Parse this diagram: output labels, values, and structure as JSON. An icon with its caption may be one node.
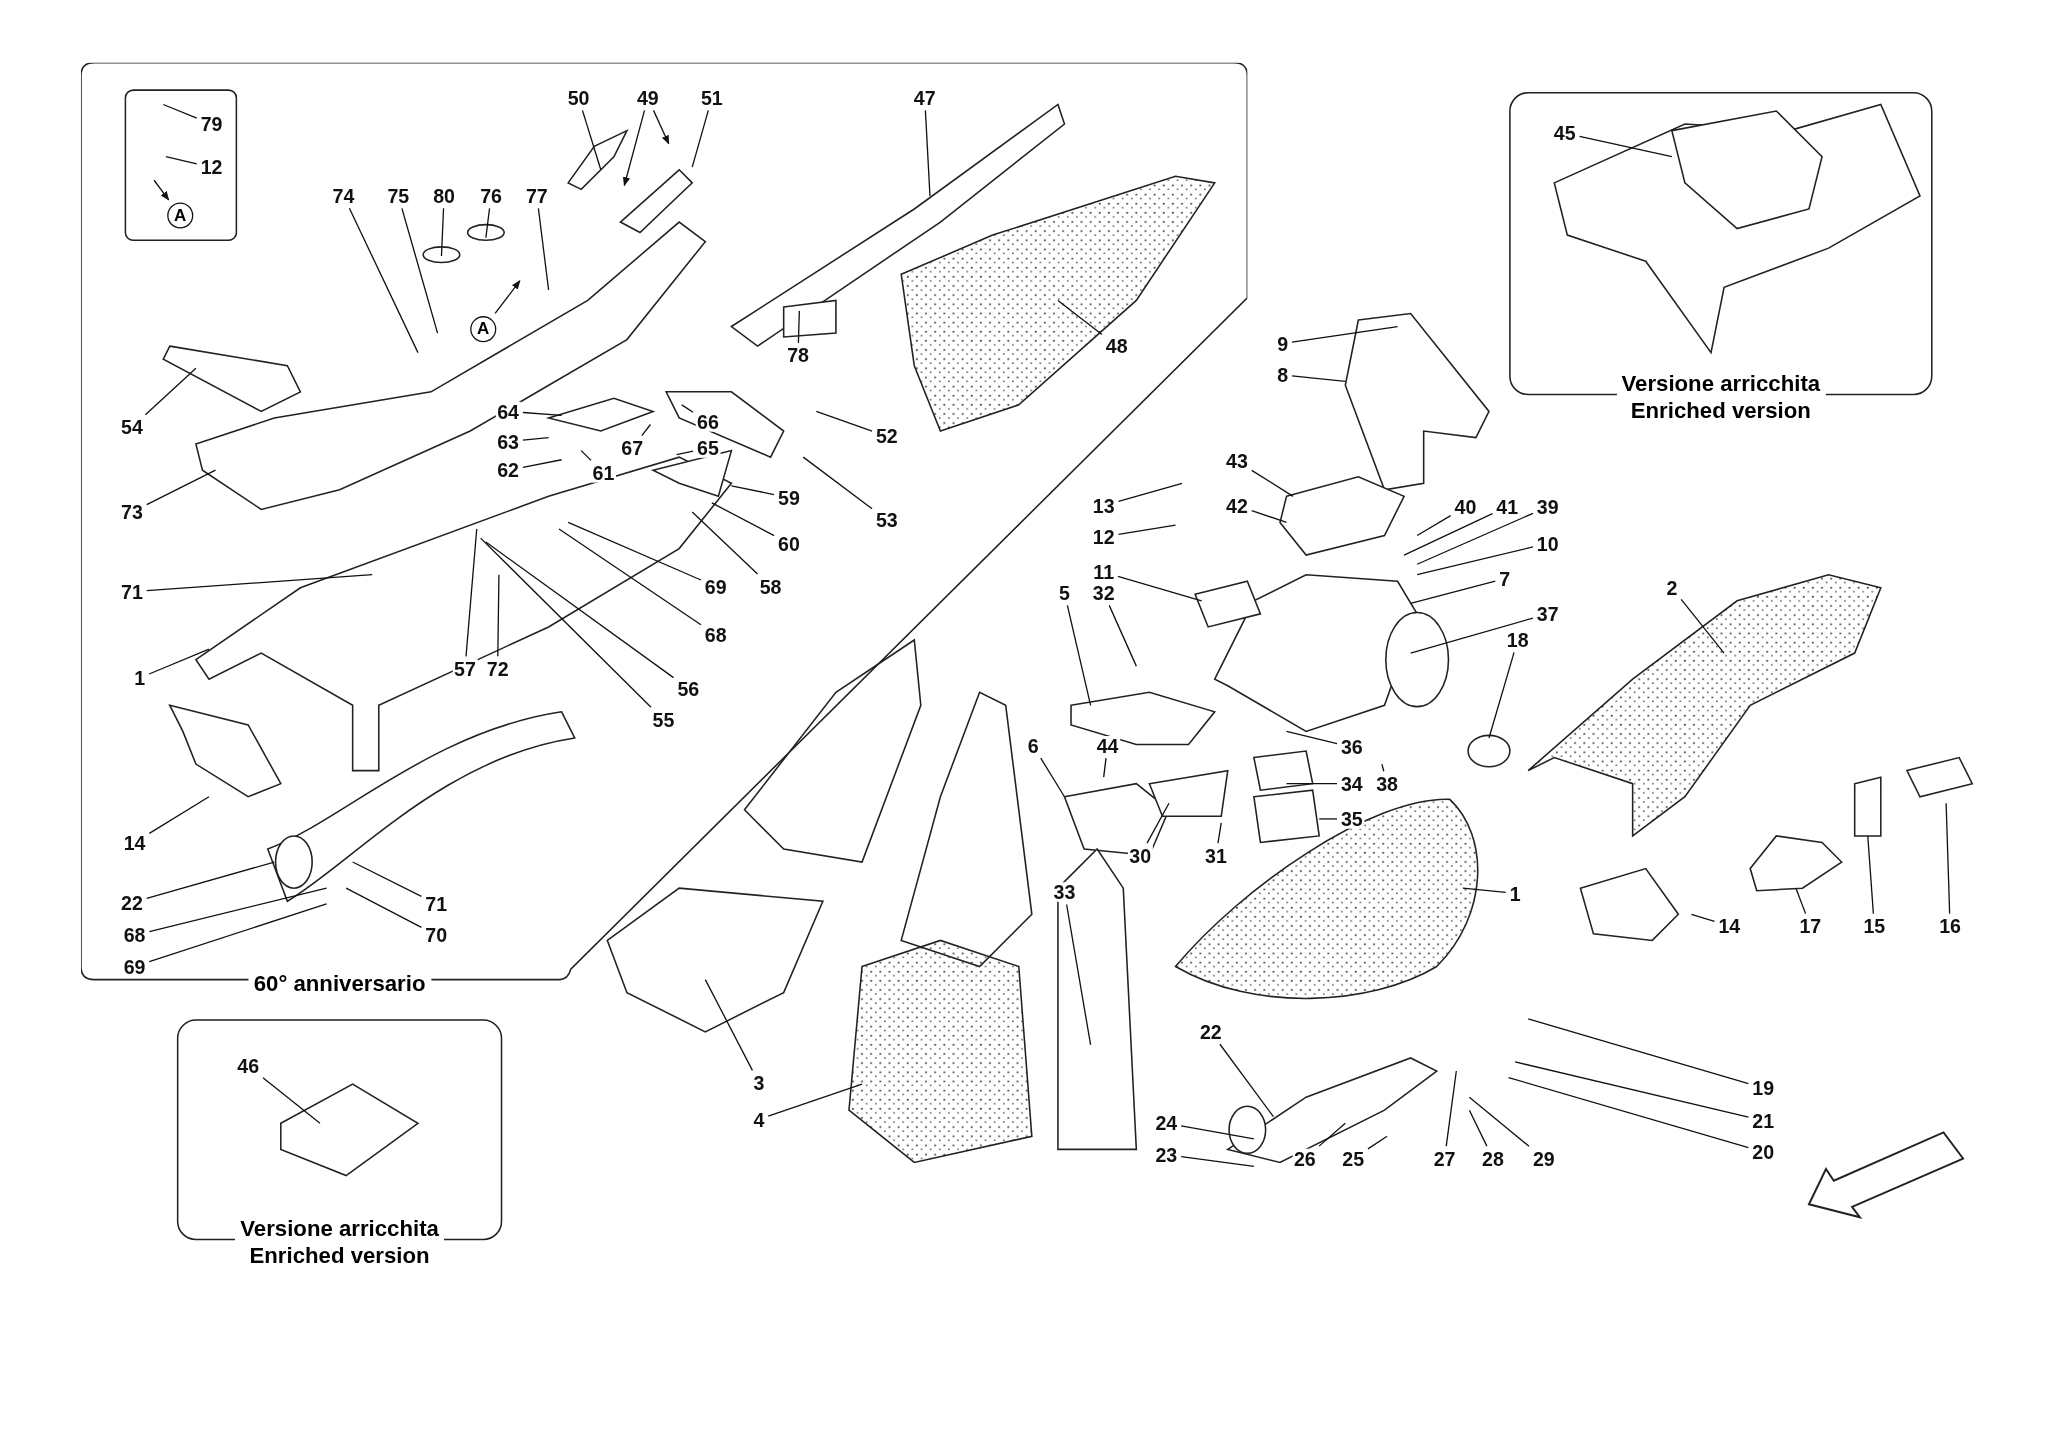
{
  "diagram": {
    "nodes": [
      {
        "text": [
          "60° anniversario"
        ]
      },
      {
        "text": [],
        "shape": "box",
        "in": 0
      },
      {
        "text": [
          "79"
        ],
        "in": 1
      },
      {
        "text": [
          "12"
        ],
        "in": 1
      },
      {
        "text": [
          "A"
        ],
        "in": 1
      },
      {
        "text": [
          "50"
        ],
        "in": 0
      },
      {
        "text": [
          "49"
        ],
        "in": 0
      },
      {
        "text": [
          "51"
        ],
        "in": 0
      },
      {
        "text": [
          "47"
        ],
        "in": 0
      },
      {
        "text": [
          "74"
        ],
        "in": 0
      },
      {
        "text": [
          "75"
        ],
        "in": 0
      },
      {
        "text": [
          "80"
        ],
        "in": 0
      },
      {
        "text": [
          "76"
        ],
        "in": 0
      },
      {
        "text": [
          "77"
        ],
        "in": 0
      },
      {
        "text": [
          "A"
        ],
        "in": 0
      },
      {
        "text": [
          "78"
        ],
        "in": 0
      },
      {
        "text": [
          "48"
        ],
        "in": 0
      },
      {
        "text": [
          "54"
        ],
        "in": 0
      },
      {
        "text": [
          "64"
        ],
        "in": 0
      },
      {
        "text": [
          "66"
        ],
        "in": 0
      },
      {
        "text": [
          "67"
        ],
        "in": 0
      },
      {
        "text": [
          "65"
        ],
        "in": 0
      },
      {
        "text": [
          "52"
        ],
        "in": 0
      },
      {
        "text": [
          "63"
        ],
        "in": 0
      },
      {
        "text": [
          "62"
        ],
        "in": 0
      },
      {
        "text": [
          "61"
        ],
        "in": 0
      },
      {
        "text": [
          "59"
        ],
        "in": 0
      },
      {
        "text": [
          "53"
        ],
        "in": 0
      },
      {
        "text": [
          "73"
        ],
        "in": 0
      },
      {
        "text": [
          "60"
        ],
        "in": 0
      },
      {
        "text": [
          "58"
        ],
        "in": 0
      },
      {
        "text": [
          "71"
        ],
        "in": 0
      },
      {
        "text": [
          "69"
        ],
        "in": 0
      },
      {
        "text": [
          "68"
        ],
        "in": 0
      },
      {
        "text": [
          "1"
        ],
        "in": 0
      },
      {
        "text": [
          "57"
        ],
        "in": 0
      },
      {
        "text": [
          "72"
        ],
        "in": 0
      },
      {
        "text": [
          "56"
        ],
        "in": 0
      },
      {
        "text": [
          "55"
        ],
        "in": 0
      },
      {
        "text": [
          "14"
        ],
        "in": 0
      },
      {
        "text": [
          "22"
        ],
        "in": 0
      },
      {
        "text": [
          "71"
        ],
        "in": 0
      },
      {
        "text": [
          "68"
        ],
        "in": 0
      },
      {
        "text": [
          "70"
        ],
        "in": 0
      },
      {
        "text": [
          "69"
        ],
        "in": 0
      },
      {
        "text": [
          "Versione arricchita",
          "Enriched version"
        ]
      },
      {
        "text": [
          "45"
        ],
        "in": 45
      },
      {
        "text": [
          "9"
        ]
      },
      {
        "text": [
          "8"
        ]
      },
      {
        "text": [
          "43"
        ]
      },
      {
        "text": [
          "13"
        ]
      },
      {
        "text": [
          "42"
        ]
      },
      {
        "text": [
          "12"
        ]
      },
      {
        "text": [
          "40"
        ]
      },
      {
        "text": [
          "41"
        ]
      },
      {
        "text": [
          "39"
        ]
      },
      {
        "text": [
          "10"
        ]
      },
      {
        "text": [
          "11"
        ]
      },
      {
        "text": [
          "7"
        ]
      },
      {
        "text": [
          "5"
        ]
      },
      {
        "text": [
          "32"
        ]
      },
      {
        "text": [
          "37"
        ]
      },
      {
        "text": [
          "2"
        ]
      },
      {
        "text": [
          "18"
        ]
      },
      {
        "text": [
          "6"
        ]
      },
      {
        "text": [
          "44"
        ]
      },
      {
        "text": [
          "36"
        ]
      },
      {
        "text": [
          "38"
        ]
      },
      {
        "text": [
          "34"
        ]
      },
      {
        "text": [
          "35"
        ]
      },
      {
        "text": [
          "30"
        ]
      },
      {
        "text": [
          "31"
        ]
      },
      {
        "text": [
          "33"
        ]
      },
      {
        "text": [
          "1"
        ]
      },
      {
        "text": [
          "14"
        ]
      },
      {
        "text": [
          "17"
        ]
      },
      {
        "text": [
          "15"
        ]
      },
      {
        "text": [
          "16"
        ]
      },
      {
        "text": [
          "22"
        ]
      },
      {
        "text": [
          "3"
        ]
      },
      {
        "text": [
          "19"
        ]
      },
      {
        "text": [
          "4"
        ]
      },
      {
        "text": [
          "21"
        ]
      },
      {
        "text": [
          "20"
        ]
      },
      {
        "text": [
          "24"
        ]
      },
      {
        "text": [
          "26"
        ]
      },
      {
        "text": [
          "25"
        ]
      },
      {
        "text": [
          "27"
        ]
      },
      {
        "text": [
          "28"
        ]
      },
      {
        "text": [
          "29"
        ]
      },
      {
        "text": [
          "23"
        ]
      },
      {
        "text": [
          "Versione arricchita",
          "Enriched version"
        ]
      },
      {
        "text": [
          "46"
        ],
        "in": 91
      }
    ],
    "edges": [
      {
        "from": 2,
        "to": null,
        "arrow": "none"
      },
      {
        "from": 3,
        "to": null,
        "arrow": "none"
      },
      {
        "from": null,
        "to": 4,
        "arrow": "to"
      },
      {
        "from": 5,
        "to": null,
        "arrow": "none"
      },
      {
        "from": 6,
        "to": null,
        "arrow": "to"
      },
      {
        "from": 6,
        "to": null,
        "arrow": "to"
      },
      {
        "from": 7,
        "to": null,
        "arrow": "none"
      },
      {
        "from": 8,
        "to": null,
        "arrow": "none"
      },
      {
        "from": 9,
        "to": null,
        "arrow": "none"
      },
      {
        "from": 10,
        "to": null,
        "arrow": "none"
      },
      {
        "from": 11,
        "to": null,
        "arrow": "none"
      },
      {
        "from": 12,
        "to": null,
        "arrow": "none"
      },
      {
        "from": 13,
        "to": null,
        "arrow": "none"
      },
      {
        "from": 14,
        "to": null,
        "arrow": "to"
      },
      {
        "from": 15,
        "to": null,
        "arrow": "none"
      },
      {
        "from": 16,
        "to": null,
        "arrow": "none"
      },
      {
        "from": 17,
        "to": null,
        "arrow": "none"
      },
      {
        "from": 18,
        "to": null,
        "arrow": "none"
      },
      {
        "from": 19,
        "to": null,
        "arrow": "none"
      },
      {
        "from": 20,
        "to": null,
        "arrow": "none"
      },
      {
        "from": 21,
        "to": null,
        "arrow": "none"
      },
      {
        "from": 22,
        "to": null,
        "arrow": "none"
      },
      {
        "from": 23,
        "to": null,
        "arrow": "none"
      },
      {
        "from": 24,
        "to": null,
        "arrow": "none"
      },
      {
        "from": 25,
        "to": null,
        "arrow": "none"
      },
      {
        "from": 26,
        "to": null,
        "arrow": "none"
      },
      {
        "from": 27,
        "to": null,
        "arrow": "none"
      },
      {
        "from": 28,
        "to": null,
        "arrow": "none"
      },
      {
        "from": 29,
        "to": null,
        "arrow": "none"
      },
      {
        "from": 30,
        "to": null,
        "arrow": "none"
      },
      {
        "from": 31,
        "to": null,
        "arrow": "none"
      },
      {
        "from": 32,
        "to": null,
        "arrow": "none"
      },
      {
        "from": 33,
        "to": null,
        "arrow": "none"
      },
      {
        "from": 34,
        "to": null,
        "arrow": "none"
      },
      {
        "from": 35,
        "to": null,
        "arrow": "none"
      },
      {
        "from": 36,
        "to": null,
        "arrow": "none"
      },
      {
        "from": 37,
        "to": null,
        "arrow": "none"
      },
      {
        "from": 38,
        "to": null,
        "arrow": "none"
      },
      {
        "from": 39,
        "to": null,
        "arrow": "none"
      },
      {
        "from": 40,
        "to": null,
        "arrow": "none"
      },
      {
        "from": 41,
        "to": null,
        "arrow": "none"
      },
      {
        "from": 42,
        "to": null,
        "arrow": "none"
      },
      {
        "from": 43,
        "to": null,
        "arrow": "none"
      },
      {
        "from": 44,
        "to": null,
        "arrow": "none"
      },
      {
        "from": 46,
        "to": null,
        "arrow": "none"
      },
      {
        "from": 47,
        "to": null,
        "arrow": "none"
      },
      {
        "from": 48,
        "to": null,
        "arrow": "none"
      },
      {
        "from": 49,
        "to": null,
        "arrow": "none"
      },
      {
        "from": 50,
        "to": null,
        "arrow": "none"
      },
      {
        "from": 51,
        "to": null,
        "arrow": "none"
      },
      {
        "from": 52,
        "to": null,
        "arrow": "none"
      },
      {
        "from": 53,
        "to": null,
        "arrow": "none"
      },
      {
        "from": 54,
        "to": null,
        "arrow": "none"
      },
      {
        "from": 55,
        "to": null,
        "arrow": "none"
      },
      {
        "from": 56,
        "to": null,
        "arrow": "none"
      },
      {
        "from": 57,
        "to": null,
        "arrow": "none"
      },
      {
        "from": 58,
        "to": null,
        "arrow": "none"
      },
      {
        "from": 59,
        "to": null,
        "arrow": "none"
      },
      {
        "from": 60,
        "to": null,
        "arrow": "none"
      },
      {
        "from": 61,
        "to": null,
        "arrow": "none"
      },
      {
        "from": 62,
        "to": null,
        "arrow": "none"
      },
      {
        "from": 63,
        "to": null,
        "arrow": "none"
      },
      {
        "from": 64,
        "to": null,
        "arrow": "none"
      },
      {
        "from": 65,
        "to": null,
        "arrow": "none"
      },
      {
        "from": 66,
        "to": null,
        "arrow": "none"
      },
      {
        "from": 67,
        "to": null,
        "arrow": "none"
      },
      {
        "from": 68,
        "to": null,
        "arrow": "none"
      },
      {
        "from": 69,
        "to": null,
        "arrow": "none"
      },
      {
        "from": 70,
        "to": null,
        "arrow": "none"
      },
      {
        "from": 71,
        "to": null,
        "arrow": "none"
      },
      {
        "from": 72,
        "to": null,
        "arrow": "none"
      },
      {
        "from": 73,
        "to": null,
        "arrow": "none"
      },
      {
        "from": 74,
        "to": null,
        "arrow": "none"
      },
      {
        "from": 75,
        "to": null,
        "arrow": "none"
      },
      {
        "from": 76,
        "to": null,
        "arrow": "none"
      },
      {
        "from": 77,
        "to": null,
        "arrow": "none"
      },
      {
        "from": 78,
        "to": null,
        "arrow": "none"
      },
      {
        "from": 79,
        "to": null,
        "arrow": "none"
      },
      {
        "from": 80,
        "to": null,
        "arrow": "none"
      },
      {
        "from": 81,
        "to": null,
        "arrow": "none"
      },
      {
        "from": 82,
        "to": null,
        "arrow": "none"
      },
      {
        "from": 83,
        "to": null,
        "arrow": "none"
      },
      {
        "from": 84,
        "to": null,
        "arrow": "none"
      },
      {
        "from": 85,
        "to": null,
        "arrow": "none"
      },
      {
        "from": 86,
        "to": null,
        "arrow": "none"
      },
      {
        "from": 87,
        "to": null,
        "arrow": "none"
      },
      {
        "from": 88,
        "to": null,
        "arrow": "none"
      },
      {
        "from": 89,
        "to": null,
        "arrow": "none"
      },
      {
        "from": 90,
        "to": null,
        "arrow": "none"
      },
      {
        "from": 92,
        "to": null,
        "arrow": "none"
      }
    ]
  }
}
